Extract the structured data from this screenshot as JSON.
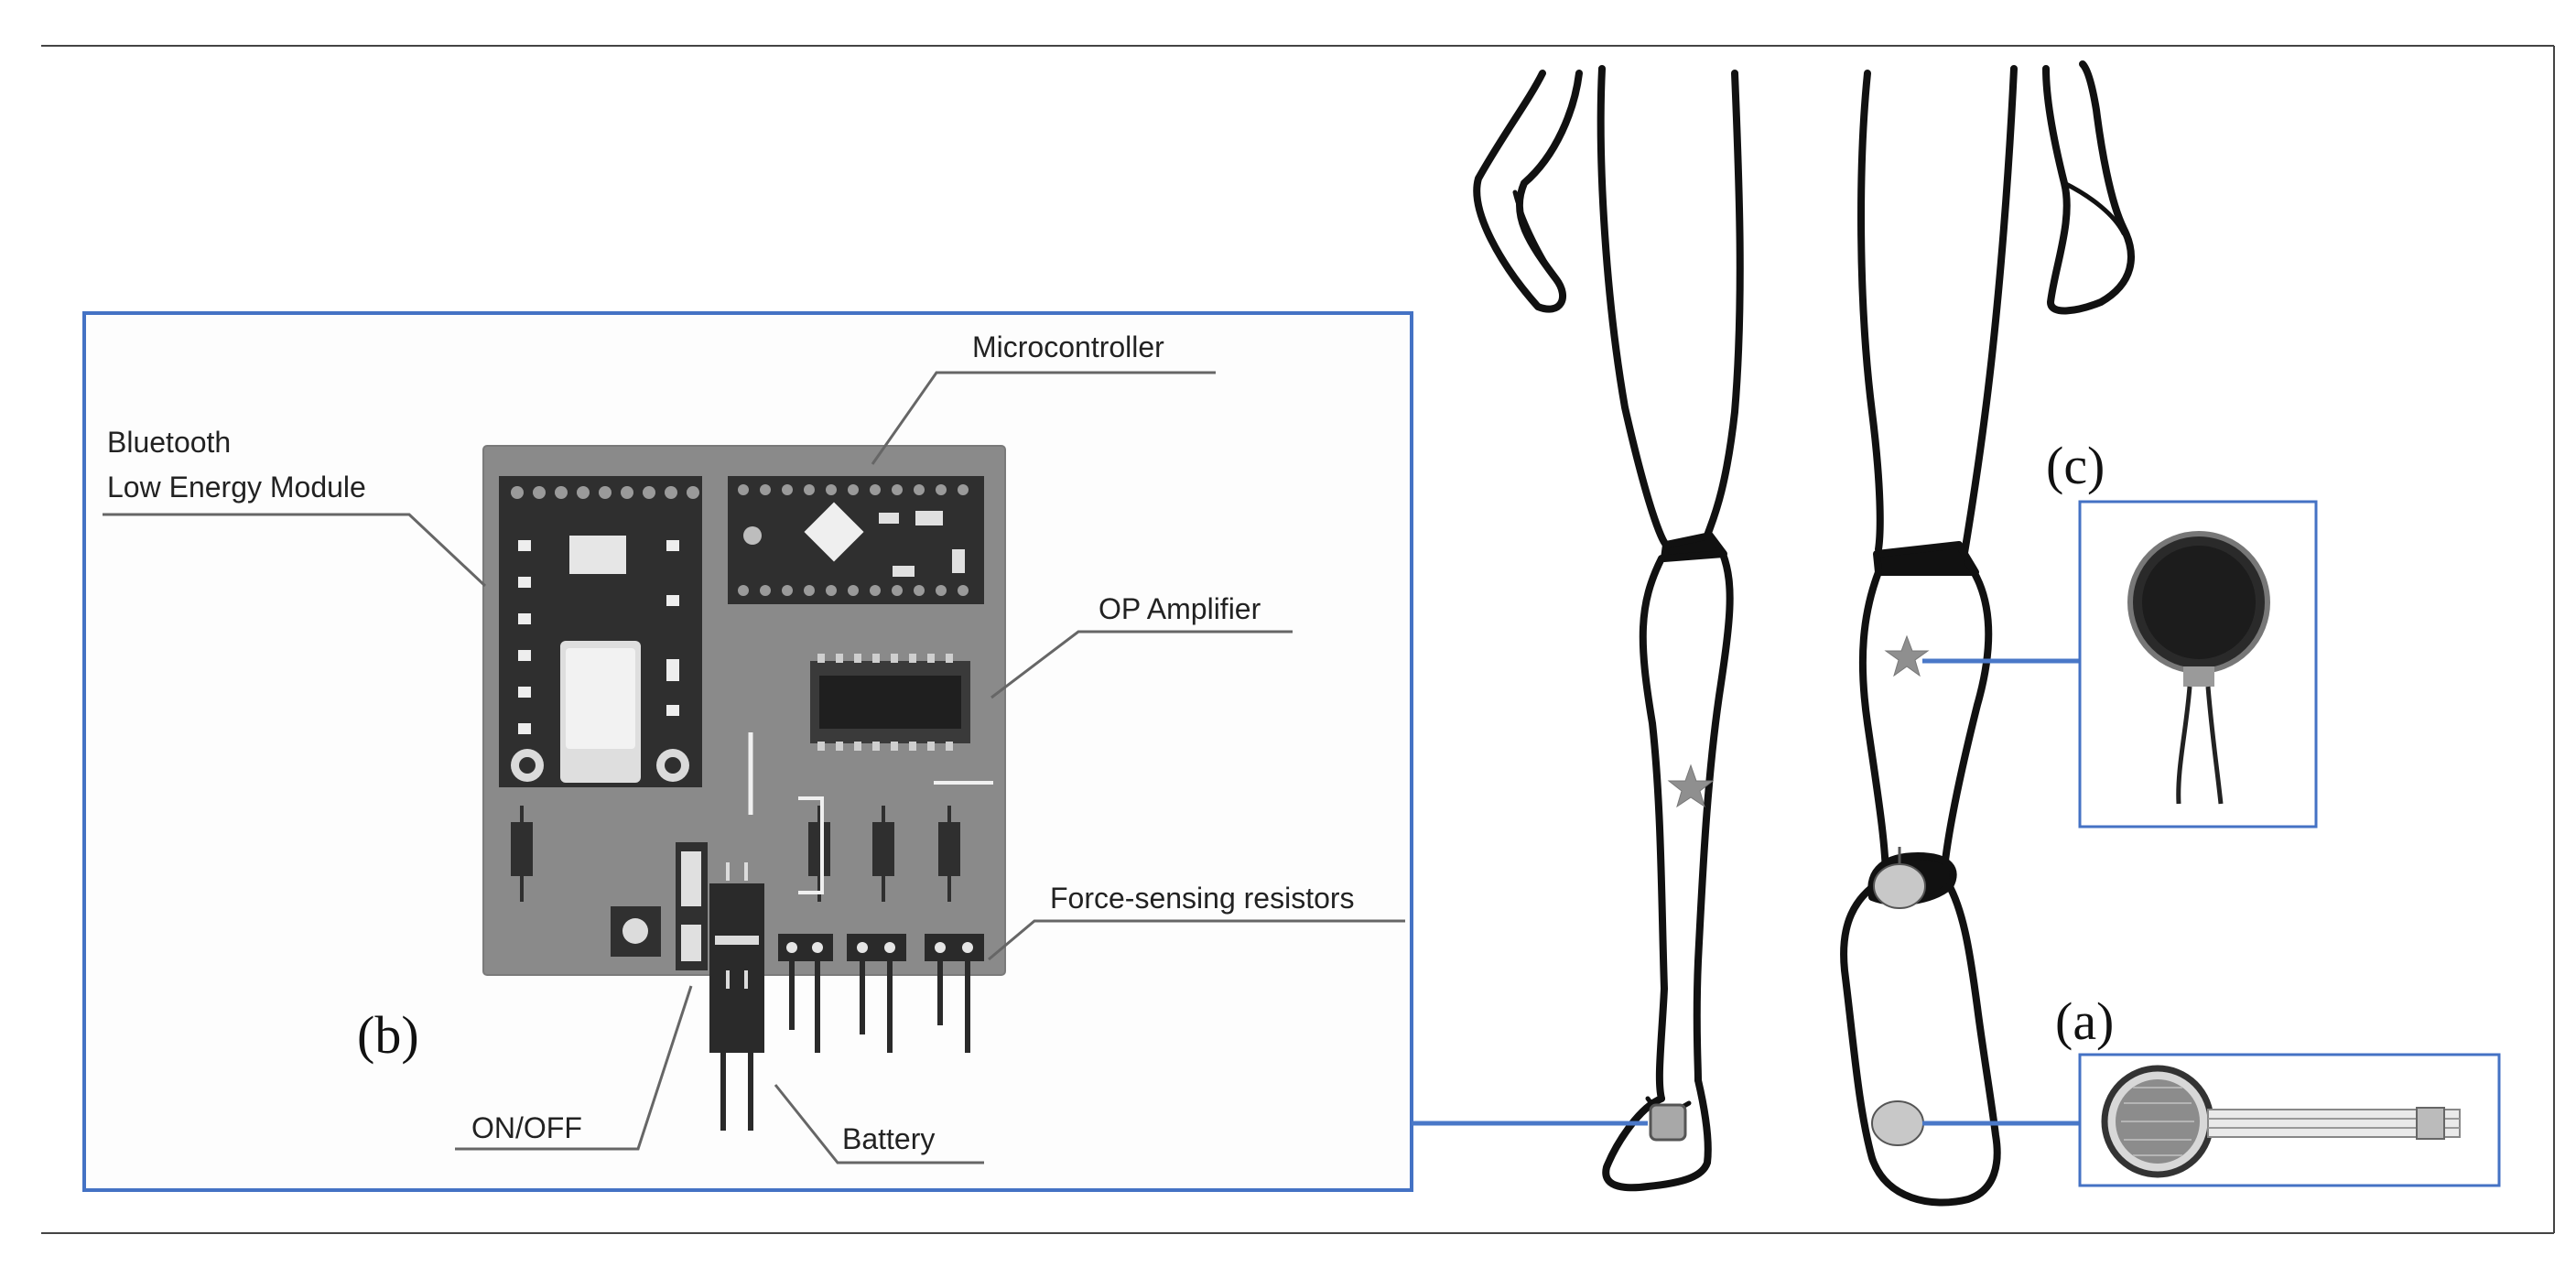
{
  "figure": {
    "panel_labels": {
      "a": "(a)",
      "b": "(b)",
      "c": "(c)"
    },
    "pcb_labels": {
      "microcontroller": "Microcontroller",
      "ble_line1": "Bluetooth",
      "ble_line2": "Low Energy Module",
      "op_amp": "OP Amplifier",
      "fsr": "Force-sensing resistors",
      "on_off": "ON/OFF",
      "battery": "Battery"
    },
    "colors": {
      "frame_blue": "#4472c4",
      "board_gray": "#8a8a8a",
      "connector_line": "#4a78c8",
      "sensor_fill": "#c8c8c8",
      "star_fill": "#8f8f8f"
    }
  }
}
